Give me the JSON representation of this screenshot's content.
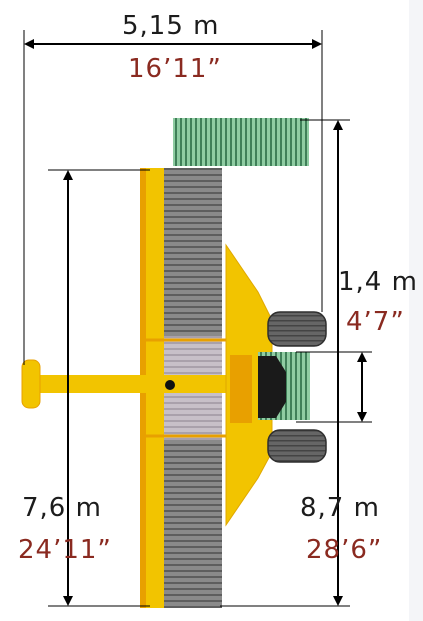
{
  "dimensions": {
    "width": {
      "metric": "5,15 m",
      "imperial": "16’11”"
    },
    "offset": {
      "metric": "1,4 m",
      "imperial": "4’7”"
    },
    "length_left": {
      "metric": "7,6 m",
      "imperial": "24’11”"
    },
    "length_right": {
      "metric": "8,7 m",
      "imperial": "28’6”"
    }
  },
  "colors": {
    "frame_yellow": "#f2c400",
    "frame_orange": "#e8a000",
    "rotor_tines": "#787878",
    "swath_green": "#7fbf95",
    "tyre": "#5a5a5a",
    "metric_text": "#1c1c1c",
    "imperial_text": "#8a2a20",
    "dimension_line": "#000000"
  }
}
